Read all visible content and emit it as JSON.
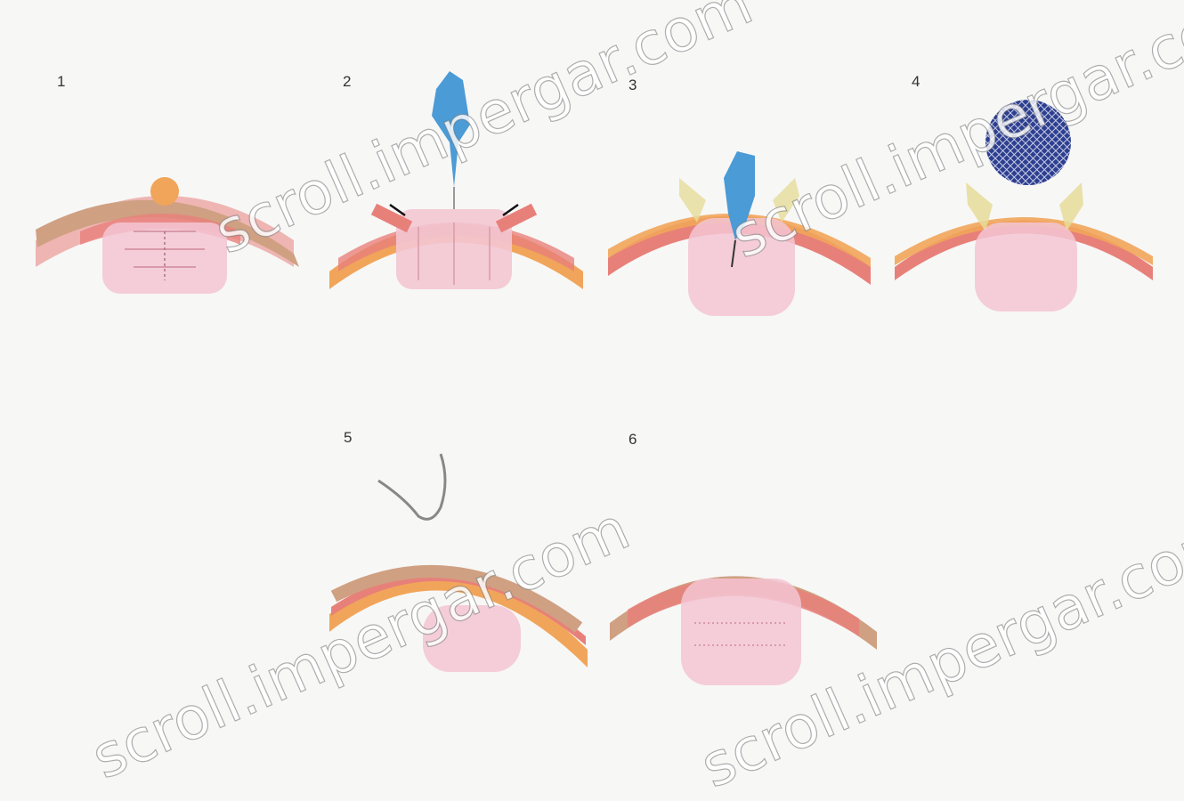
{
  "steps": [
    {
      "number": "1",
      "caption": "",
      "labels": [
        "",
        ""
      ]
    },
    {
      "number": "2",
      "caption": "",
      "labels": [
        "",
        "",
        ""
      ]
    },
    {
      "number": "3",
      "caption": ""
    },
    {
      "number": "4",
      "caption": ""
    },
    {
      "number": "5",
      "caption": ""
    },
    {
      "number": "6",
      "caption": ""
    }
  ],
  "watermark": {
    "text": "scroll.impergar.com"
  },
  "colors": {
    "skin": "#cfa082",
    "muscle": "#e8807a",
    "fat": "#f1a55a",
    "tissue": "#f3c6d3",
    "mesh": "#2d3f8f",
    "instrument": "#4a9bd6"
  }
}
